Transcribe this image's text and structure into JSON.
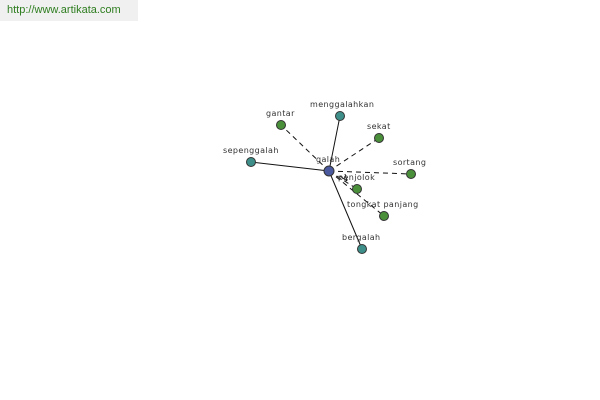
{
  "banner": {
    "url": "http://www.artikata.com"
  },
  "graph": {
    "center": {
      "label": "galah",
      "color": "#4b5a9e"
    },
    "colors": {
      "synonym": "#3e8f8a",
      "related": "#4a8f3a",
      "edge": "#111111"
    },
    "nodes": [
      {
        "id": "menggalahkan",
        "label": "menggalahkan",
        "kind": "synonym",
        "edge": "solid"
      },
      {
        "id": "gantar",
        "label": "gantar",
        "kind": "related",
        "edge": "dashed"
      },
      {
        "id": "sekat",
        "label": "sekat",
        "kind": "related",
        "edge": "dashed"
      },
      {
        "id": "sepenggalah",
        "label": "sepenggalah",
        "kind": "synonym",
        "edge": "solid"
      },
      {
        "id": "sortang",
        "label": "sortang",
        "kind": "related",
        "edge": "dashed"
      },
      {
        "id": "penjolok",
        "label": "penjolok",
        "kind": "related",
        "edge": "dashed"
      },
      {
        "id": "tongkat-panjang",
        "label": "tongkat panjang",
        "kind": "related",
        "edge": "dashed"
      },
      {
        "id": "bergalah",
        "label": "bergalah",
        "kind": "synonym",
        "edge": "solid"
      }
    ]
  }
}
